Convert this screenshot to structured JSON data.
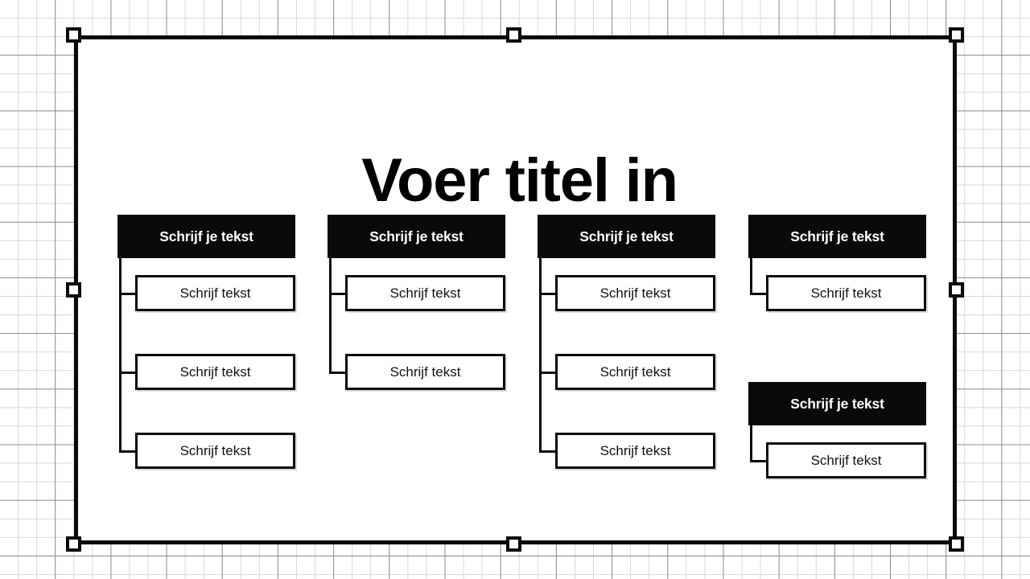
{
  "app": {
    "surface": "slide-editor-canvas",
    "grid_visible": true,
    "selection_active": true
  },
  "colors": {
    "header_fill": "#0a0a0a",
    "header_text": "#ffffff",
    "child_fill": "#ffffff",
    "child_text": "#111111",
    "outline": "#0a0a0a",
    "grid_major": "#8e8e8e",
    "grid_minor": "#d8d8d8"
  },
  "slide": {
    "title": "Voer titel in"
  },
  "selection": {
    "handles": [
      {
        "name": "top-left"
      },
      {
        "name": "top-center"
      },
      {
        "name": "top-right"
      },
      {
        "name": "middle-left"
      },
      {
        "name": "middle-right"
      },
      {
        "name": "bottom-left"
      },
      {
        "name": "bottom-center"
      },
      {
        "name": "bottom-right"
      }
    ]
  },
  "diagram": {
    "type": "org-chart",
    "groups": [
      {
        "id": "group-1",
        "header": "Schrijf je tekst",
        "children": [
          {
            "label": "Schrijf tekst"
          },
          {
            "label": "Schrijf tekst"
          },
          {
            "label": "Schrijf tekst"
          }
        ]
      },
      {
        "id": "group-2",
        "header": "Schrijf je tekst",
        "children": [
          {
            "label": "Schrijf tekst"
          },
          {
            "label": "Schrijf tekst"
          }
        ]
      },
      {
        "id": "group-3",
        "header": "Schrijf je tekst",
        "children": [
          {
            "label": "Schrijf tekst"
          },
          {
            "label": "Schrijf tekst"
          },
          {
            "label": "Schrijf tekst"
          }
        ]
      },
      {
        "id": "group-4",
        "header": "Schrijf je tekst",
        "children": [
          {
            "label": "Schrijf tekst"
          }
        ]
      },
      {
        "id": "group-5",
        "header": "Schrijf je tekst",
        "children": [
          {
            "label": "Schrijf tekst"
          }
        ]
      }
    ]
  }
}
